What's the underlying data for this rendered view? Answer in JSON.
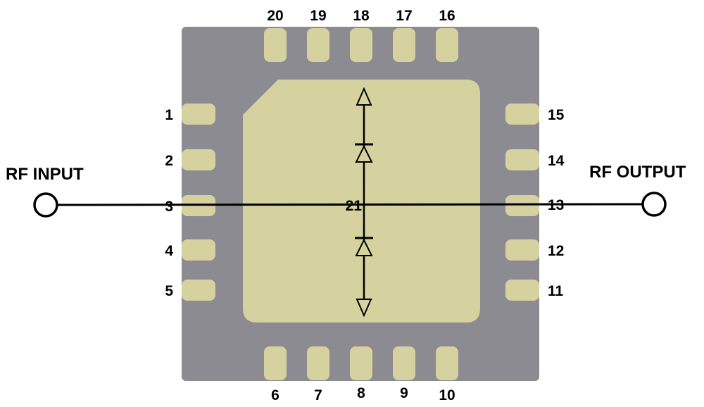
{
  "diagram": {
    "type": "qfn-package-pinout-with-limiter-diodes",
    "rf_input_label": "RF INPUT",
    "rf_output_label": "RF OUTPUT",
    "center_pad_label": "21",
    "pins": {
      "top": [
        "20",
        "19",
        "18",
        "17",
        "16"
      ],
      "left": [
        "1",
        "2",
        "3",
        "4",
        "5"
      ],
      "right": [
        "15",
        "14",
        "13",
        "12",
        "11"
      ],
      "bottom": [
        "6",
        "7",
        "8",
        "9",
        "10"
      ]
    },
    "colors": {
      "background": "#ffffff",
      "package_body": "#8b8b91",
      "pad": "#d6d2a0",
      "line": "#000000",
      "text": "#000000",
      "terminal_fill": "#ffffff"
    }
  }
}
